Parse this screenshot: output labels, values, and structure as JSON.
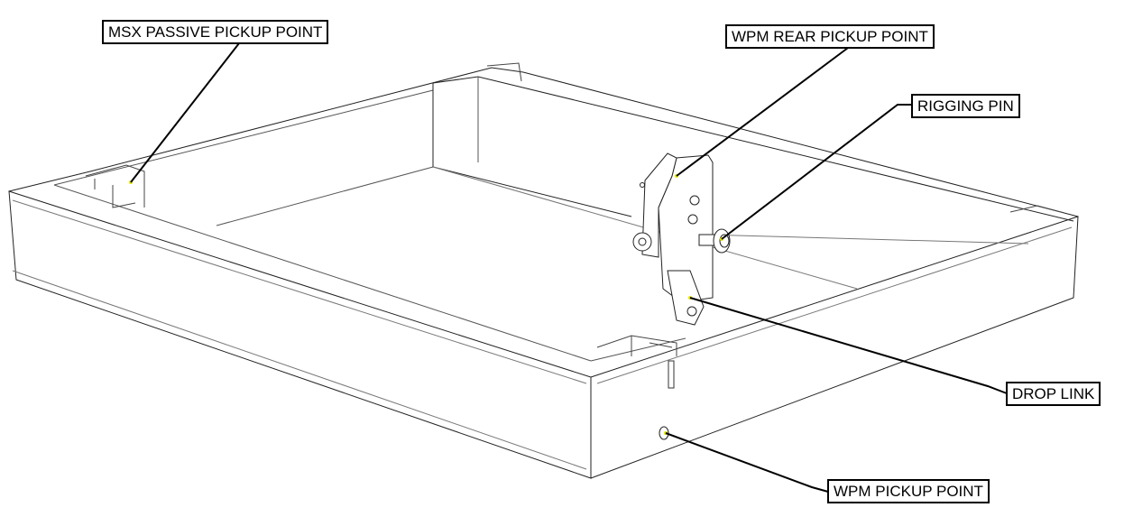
{
  "labels": {
    "msx_passive_pickup": "MSX PASSIVE PICKUP POINT",
    "wpm_rear_pickup": "WPM REAR PICKUP POINT",
    "rigging_pin": "RIGGING PIN",
    "drop_link": "DROP LINK",
    "wpm_pickup": "WPM PICKUP POINT"
  },
  "colors": {
    "line": "#000000",
    "marker": "#e6e600"
  }
}
